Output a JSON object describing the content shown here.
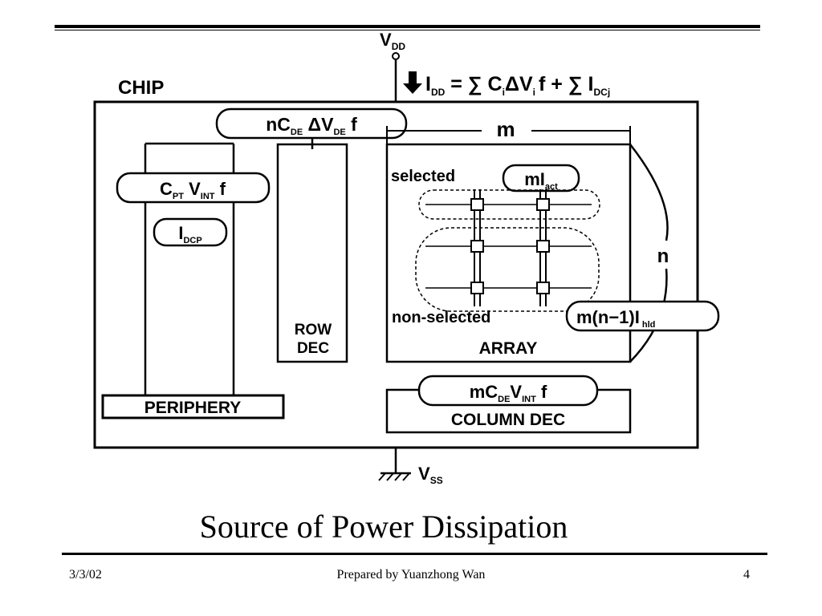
{
  "slide": {
    "title": "Source of Power Dissipation",
    "footer": {
      "date": "3/3/02",
      "author": "Prepared by Yuanzhong Wan",
      "page": "4"
    }
  },
  "diagram": {
    "supply_label": "V",
    "supply_sub": "DD",
    "ground_label": "V",
    "ground_sub": "SS",
    "chip_label": "CHIP",
    "current_equation": {
      "i": "I",
      "i_sub": "DD",
      "eq": " = ∑ C",
      "c_sub": "i",
      "dv": "ΔV",
      "v_sub": "i",
      "f": "f  + ∑ I",
      "idc_sub": "DCj"
    },
    "row_dec_power": {
      "n": "nC",
      "sub1": "DE",
      "dv": " ΔV",
      "sub2": "DE",
      "f": " f"
    },
    "periphery_power": {
      "c": "C",
      "sub1": "PT",
      "v": " V",
      "sub2": "INT",
      "f": " f"
    },
    "periphery_dc": {
      "i": "I",
      "sub": "DCP"
    },
    "selected_label": "selected",
    "selected_current": {
      "m": "mI",
      "sub": "act"
    },
    "nonselected_label": "non-selected",
    "nonselected_current": {
      "m": "m(n−1)I",
      "sub": "hld"
    },
    "column_dec_power": {
      "m": "mC",
      "sub1": "DE",
      "v": "V",
      "sub2": "INT",
      "f": " f"
    },
    "m_label": "m",
    "n_label": "n",
    "row_dec_label_1": "ROW",
    "row_dec_label_2": "DEC",
    "array_label": "ARRAY",
    "periphery_label": "PERIPHERY",
    "column_dec_label": "COLUMN DEC"
  }
}
